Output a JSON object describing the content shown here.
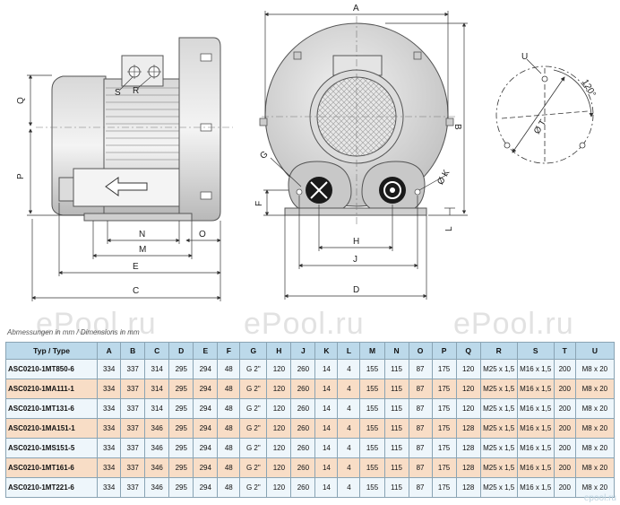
{
  "watermark": [
    "ePool.ru",
    "ePool.ru",
    "ePool.ru"
  ],
  "corner_watermark": "epool.ru",
  "caption": "Abmessungen in mm / Dimensions in mm",
  "dim_labels": {
    "A": "A",
    "B": "B",
    "C": "C",
    "D": "D",
    "E": "E",
    "F": "F",
    "G": "G",
    "H": "H",
    "J": "J",
    "K": "Ø K",
    "L": "L",
    "M": "M",
    "N": "N",
    "O": "O",
    "P": "P",
    "Q": "Q",
    "R": "R",
    "S": "S",
    "T": "Ø T",
    "U": "U",
    "angle": "120°"
  },
  "table": {
    "headers": [
      "Typ / Type",
      "A",
      "B",
      "C",
      "D",
      "E",
      "F",
      "G",
      "H",
      "J",
      "K",
      "L",
      "M",
      "N",
      "O",
      "P",
      "Q",
      "R",
      "S",
      "T",
      "U"
    ],
    "rows": [
      [
        "ASC0210-1MT850-6",
        "334",
        "337",
        "314",
        "295",
        "294",
        "48",
        "G 2\"",
        "120",
        "260",
        "14",
        "4",
        "155",
        "115",
        "87",
        "175",
        "120",
        "M25 x 1,5",
        "M16 x 1,5",
        "200",
        "M8 x 20"
      ],
      [
        "ASC0210-1MA111-1",
        "334",
        "337",
        "314",
        "295",
        "294",
        "48",
        "G 2\"",
        "120",
        "260",
        "14",
        "4",
        "155",
        "115",
        "87",
        "175",
        "120",
        "M25 x 1,5",
        "M16 x 1,5",
        "200",
        "M8 x 20"
      ],
      [
        "ASC0210-1MT131-6",
        "334",
        "337",
        "314",
        "295",
        "294",
        "48",
        "G 2\"",
        "120",
        "260",
        "14",
        "4",
        "155",
        "115",
        "87",
        "175",
        "120",
        "M25 x 1,5",
        "M16 x 1,5",
        "200",
        "M8 x 20"
      ],
      [
        "ASC0210-1MA151-1",
        "334",
        "337",
        "346",
        "295",
        "294",
        "48",
        "G 2\"",
        "120",
        "260",
        "14",
        "4",
        "155",
        "115",
        "87",
        "175",
        "128",
        "M25 x 1,5",
        "M16 x 1,5",
        "200",
        "M8 x 20"
      ],
      [
        "ASC0210-1MS151-5",
        "334",
        "337",
        "346",
        "295",
        "294",
        "48",
        "G 2\"",
        "120",
        "260",
        "14",
        "4",
        "155",
        "115",
        "87",
        "175",
        "128",
        "M25 x 1,5",
        "M16 x 1,5",
        "200",
        "M8 x 20"
      ],
      [
        "ASC0210-1MT161-6",
        "334",
        "337",
        "346",
        "295",
        "294",
        "48",
        "G 2\"",
        "120",
        "260",
        "14",
        "4",
        "155",
        "115",
        "87",
        "175",
        "128",
        "M25 x 1,5",
        "M16 x 1,5",
        "200",
        "M8 x 20"
      ],
      [
        "ASC0210-1MT221-6",
        "334",
        "337",
        "346",
        "295",
        "294",
        "48",
        "G 2\"",
        "120",
        "260",
        "14",
        "4",
        "155",
        "115",
        "87",
        "175",
        "128",
        "M25 x 1,5",
        "M16 x 1,5",
        "200",
        "M8 x 20"
      ]
    ]
  }
}
